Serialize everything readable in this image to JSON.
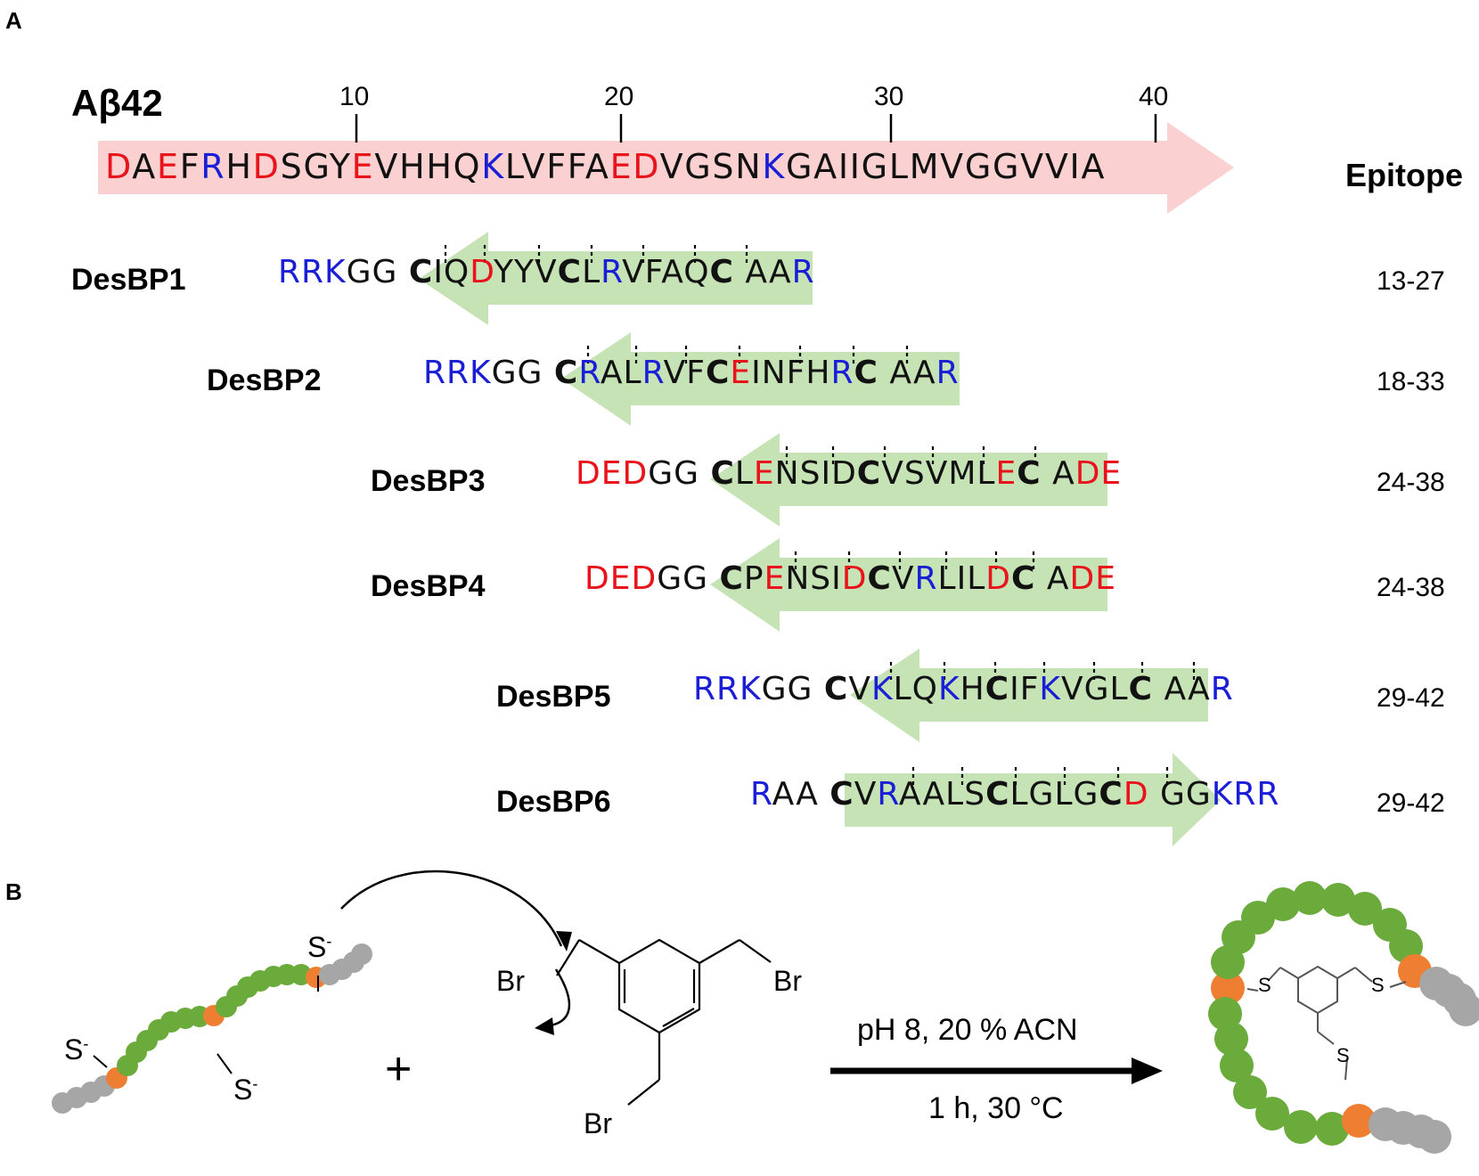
{
  "panels": {
    "a": "A",
    "b": "B"
  },
  "abeta": {
    "name": "Aβ42",
    "ticks": [
      "10",
      "20",
      "30",
      "40"
    ],
    "sequence": [
      {
        "t": "D",
        "c": "r"
      },
      {
        "t": "A",
        "c": "k"
      },
      {
        "t": "E",
        "c": "r"
      },
      {
        "t": "F",
        "c": "k"
      },
      {
        "t": "R",
        "c": "b"
      },
      {
        "t": "H",
        "c": "k"
      },
      {
        "t": "D",
        "c": "r"
      },
      {
        "t": "S",
        "c": "k"
      },
      {
        "t": "G",
        "c": "k"
      },
      {
        "t": "Y",
        "c": "k"
      },
      {
        "t": "E",
        "c": "r"
      },
      {
        "t": "VHHQ",
        "c": "k"
      },
      {
        "t": "K",
        "c": "b"
      },
      {
        "t": "LVFFA",
        "c": "k"
      },
      {
        "t": "ED",
        "c": "r"
      },
      {
        "t": "VGSN",
        "c": "k"
      },
      {
        "t": "K",
        "c": "b"
      },
      {
        "t": "GAIIGLMVGGVVIA",
        "c": "k"
      }
    ]
  },
  "epitope_header": "Epitope",
  "peptides": [
    {
      "name": "DesBP1",
      "epitope": "13-27",
      "seq": [
        {
          "t": "RRK",
          "c": "b"
        },
        {
          "t": "GG ",
          "c": "k"
        },
        {
          "t": "C",
          "c": "c"
        },
        {
          "t": "IQ",
          "c": "k"
        },
        {
          "t": "D",
          "c": "r"
        },
        {
          "t": "YYV",
          "c": "k"
        },
        {
          "t": "C",
          "c": "c"
        },
        {
          "t": "L",
          "c": "k"
        },
        {
          "t": "R",
          "c": "b"
        },
        {
          "t": "VFAQ",
          "c": "k"
        },
        {
          "t": "C",
          "c": "c"
        },
        {
          "t": " AA",
          "c": "k"
        },
        {
          "t": "R",
          "c": "b"
        }
      ]
    },
    {
      "name": "DesBP2",
      "epitope": "18-33",
      "seq": [
        {
          "t": "RRK",
          "c": "b"
        },
        {
          "t": "GG ",
          "c": "k"
        },
        {
          "t": "C",
          "c": "c"
        },
        {
          "t": "R",
          "c": "b"
        },
        {
          "t": "AL",
          "c": "k"
        },
        {
          "t": "R",
          "c": "b"
        },
        {
          "t": "VF",
          "c": "k"
        },
        {
          "t": "C",
          "c": "c"
        },
        {
          "t": "E",
          "c": "r"
        },
        {
          "t": "INFH",
          "c": "k"
        },
        {
          "t": "R",
          "c": "b"
        },
        {
          "t": "C",
          "c": "c"
        },
        {
          "t": " AA",
          "c": "k"
        },
        {
          "t": "R",
          "c": "b"
        }
      ]
    },
    {
      "name": "DesBP3",
      "epitope": "24-38",
      "seq": [
        {
          "t": "DED",
          "c": "r"
        },
        {
          "t": "GG ",
          "c": "k"
        },
        {
          "t": "C",
          "c": "c"
        },
        {
          "t": "L",
          "c": "k"
        },
        {
          "t": "E",
          "c": "r"
        },
        {
          "t": "NSID",
          "c": "k"
        },
        {
          "t": "C",
          "c": "c"
        },
        {
          "t": "VSVML",
          "c": "k"
        },
        {
          "t": "E",
          "c": "r"
        },
        {
          "t": "C",
          "c": "c"
        },
        {
          "t": " A",
          "c": "k"
        },
        {
          "t": "DE",
          "c": "r"
        }
      ]
    },
    {
      "name": "DesBP4",
      "epitope": "24-38",
      "seq": [
        {
          "t": "DED",
          "c": "r"
        },
        {
          "t": "GG ",
          "c": "k"
        },
        {
          "t": "C",
          "c": "c"
        },
        {
          "t": "P",
          "c": "k"
        },
        {
          "t": "E",
          "c": "r"
        },
        {
          "t": "NSI",
          "c": "k"
        },
        {
          "t": "D",
          "c": "r"
        },
        {
          "t": "C",
          "c": "c"
        },
        {
          "t": "V",
          "c": "k"
        },
        {
          "t": "R",
          "c": "b"
        },
        {
          "t": "LIL",
          "c": "k"
        },
        {
          "t": "D",
          "c": "r"
        },
        {
          "t": "C",
          "c": "c"
        },
        {
          "t": " A",
          "c": "k"
        },
        {
          "t": "DE",
          "c": "r"
        }
      ]
    },
    {
      "name": "DesBP5",
      "epitope": "29-42",
      "seq": [
        {
          "t": "RRK",
          "c": "b"
        },
        {
          "t": "GG ",
          "c": "k"
        },
        {
          "t": "C",
          "c": "c"
        },
        {
          "t": "V",
          "c": "k"
        },
        {
          "t": "K",
          "c": "b"
        },
        {
          "t": "LQ",
          "c": "k"
        },
        {
          "t": "K",
          "c": "b"
        },
        {
          "t": "H",
          "c": "k"
        },
        {
          "t": "C",
          "c": "c"
        },
        {
          "t": "IF",
          "c": "k"
        },
        {
          "t": "K",
          "c": "b"
        },
        {
          "t": "VGL",
          "c": "k"
        },
        {
          "t": "C",
          "c": "c"
        },
        {
          "t": " AA",
          "c": "k"
        },
        {
          "t": "R",
          "c": "b"
        }
      ]
    },
    {
      "name": "DesBP6",
      "epitope": "29-42",
      "seq": [
        {
          "t": "R",
          "c": "b"
        },
        {
          "t": "AA ",
          "c": "k"
        },
        {
          "t": "C",
          "c": "c"
        },
        {
          "t": "V",
          "c": "k"
        },
        {
          "t": "R",
          "c": "b"
        },
        {
          "t": "AALS",
          "c": "k"
        },
        {
          "t": "C",
          "c": "c"
        },
        {
          "t": "LGLG",
          "c": "k"
        },
        {
          "t": "C",
          "c": "c"
        },
        {
          "t": "D",
          "c": "r"
        },
        {
          "t": " GG",
          "c": "k"
        },
        {
          "t": "KRR",
          "c": "b"
        }
      ]
    }
  ],
  "reaction": {
    "thiolate": "S",
    "thiolate_charge": "-",
    "plus": "+",
    "bromine": "Br",
    "condition_top": "pH 8, 20 % ACN",
    "condition_bottom": "1 h, 30 °C",
    "product_sulfur": "S"
  },
  "colors": {
    "red": "#e8131b",
    "blue": "#1a1fd6",
    "pink_arrow": "#fbd0d0",
    "green_arrow": "#c6e3b5",
    "bead_green": "#6aab3c",
    "bead_orange": "#ee7f32",
    "bead_gray": "#a6a6a6"
  }
}
